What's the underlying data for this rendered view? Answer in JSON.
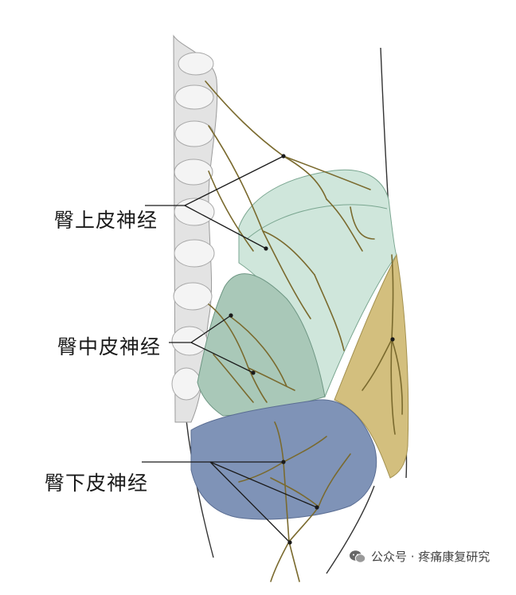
{
  "labels": {
    "upper": "臀上皮神经",
    "middle": "臀中皮神经",
    "lower": "臀下皮神经"
  },
  "watermark": {
    "text": "公众号 · 疼痛康复研究",
    "icon": "wechat-icon"
  },
  "colors": {
    "upper_region": "#cfe6db",
    "middle_region": "#a9c8b8",
    "lower_region": "#7f93b7",
    "lateral_region": "#d3bf7e",
    "nerve": "#7a6a2e",
    "spine": "#d9d9d9",
    "leader_line": "#1a1a1a"
  }
}
